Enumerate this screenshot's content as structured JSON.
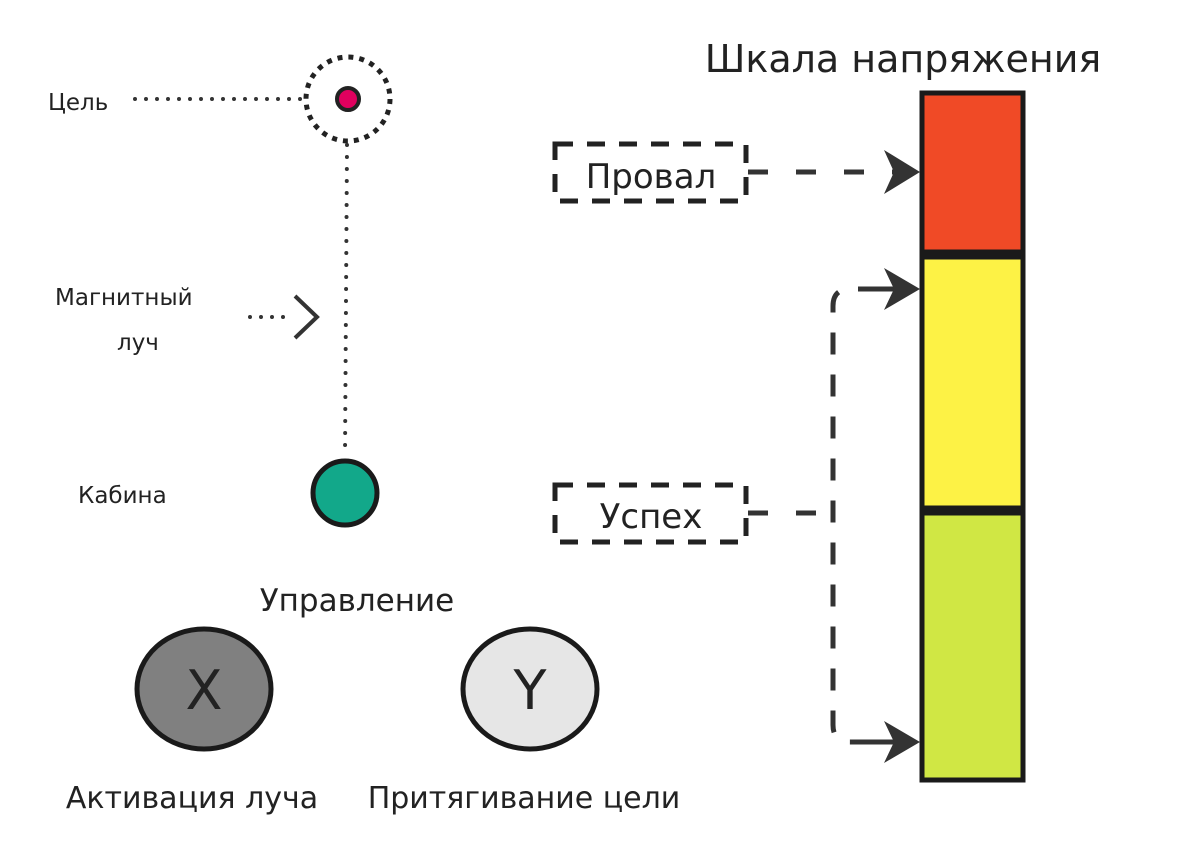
{
  "left": {
    "target_label": "Цель",
    "beam_label_line1": "Магнитный",
    "beam_label_line2": "луч",
    "cabin_label": "Кабина"
  },
  "controls": {
    "title": "Управление",
    "buttons": [
      {
        "key": "X",
        "label": "Активация луча"
      },
      {
        "key": "Y",
        "label": "Притягивание цели"
      }
    ]
  },
  "scale": {
    "title": "Шкала напряжения",
    "fail_label": "Провал",
    "success_label": "Успех"
  },
  "colors": {
    "target": "#e0005e",
    "cabin": "#12a88a",
    "fail_zone": "#f04a26",
    "warn_zone": "#fdf245",
    "success_zone": "#d0e744",
    "x_button": "#808080",
    "y_button": "#e6e6e6"
  }
}
